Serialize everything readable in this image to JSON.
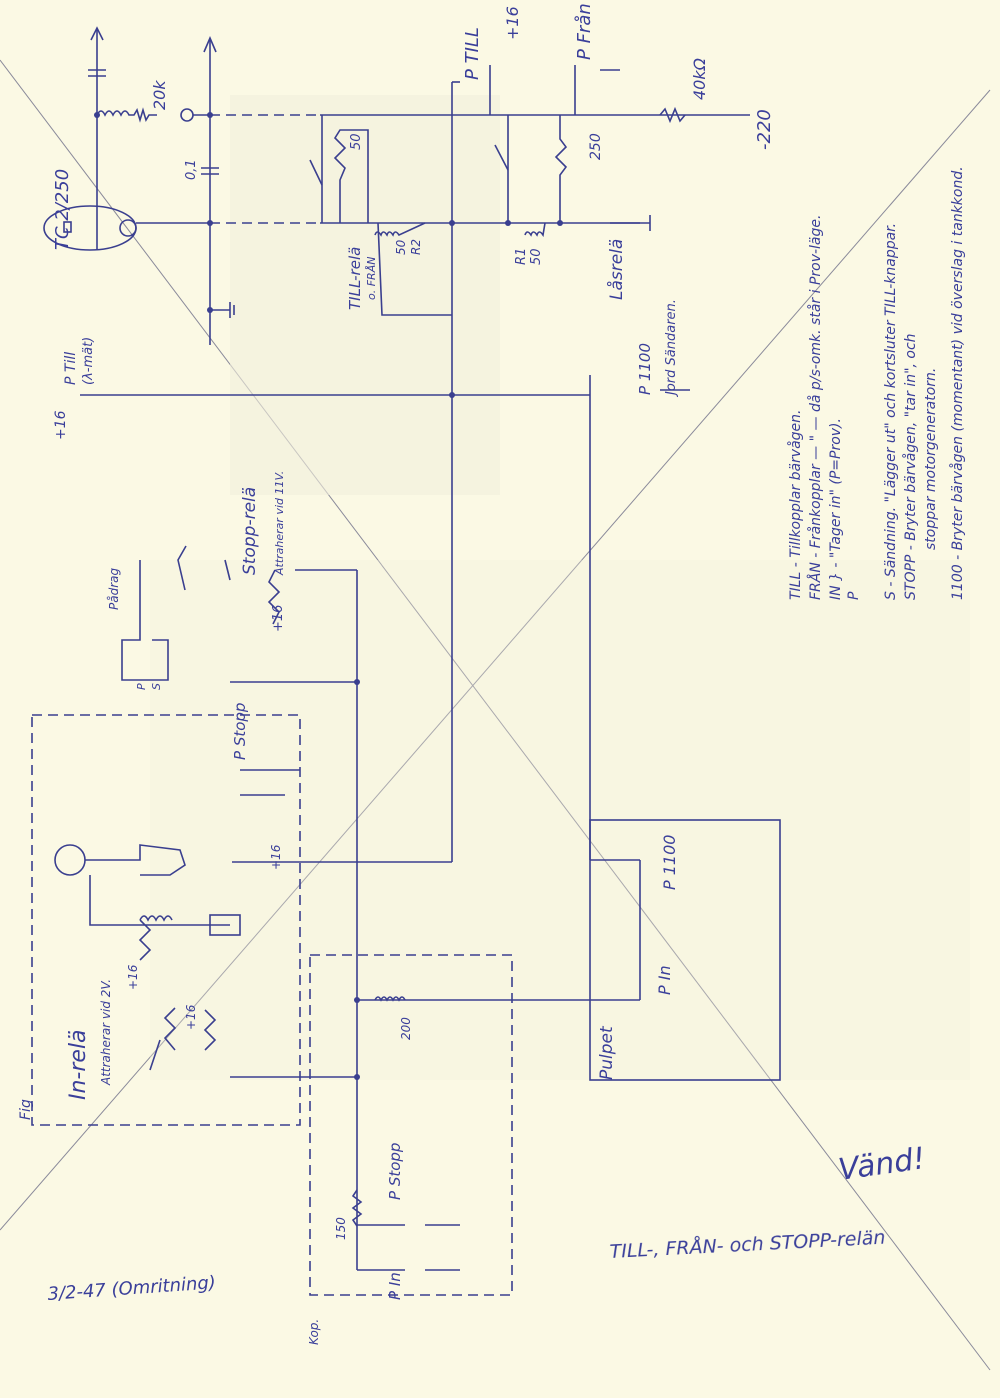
{
  "legend": {
    "lines": [
      "TILL  -  Tillkopplar bärvågen.",
      "FRÅN -  Frånkopplar  — \" —  då p/s-omk. står i Prov-läge.",
      "IN } -  \"Tager in\" (P=Prov).",
      "P",
      "S  -  Sändning. \"Lägger ut\" och kortsluter TILL-knappar.",
      "STOPP -  Bryter bärvågen, \"tar in\", och",
      "stoppar motorgeneratorn.",
      "1100  -  Bryter bärvågen (momentant) vid överslag i tankkond."
    ]
  },
  "labels": {
    "tube": "TC 2/250",
    "r20k": "20k",
    "cap01": "0,1",
    "till_relay_50": "50",
    "till_relay": "TILL-relä",
    "till_relay_sub": "o. FRÅN",
    "r2_value": "50",
    "r2": "R2",
    "p_till": "P TILL",
    "plus16_a": "+16",
    "p_fran": "P Från",
    "r40k": "40kΩ",
    "minus220": "-220",
    "r250": "250",
    "r1": "R1",
    "r1_value": "50",
    "lasrela": "Låsrelä",
    "p1100_top": "P 1100",
    "jord": "Jord Sändaren.",
    "plus16_till": "+16",
    "p_till_lambda": "P Till",
    "lambda_mat": "(λ-mät)",
    "stopp_rela": "Stopp-relä",
    "stopp_attr": "Attraherar vid 11V.",
    "plus16_stopp": "+16",
    "padrag": "Pådrag",
    "p_stopp_in": "P Stopp",
    "p_contact": "P",
    "s_contact": "S",
    "plus16_b": "+16",
    "plus16_c": "+16",
    "plus16_d": "+16",
    "in_rela": "In-relä",
    "in_attr": "Attraherar vid 2V.",
    "fig": "Fig",
    "p1100_pulpet": "P 1100",
    "p_in_pulpet": "P In",
    "pulpet": "Pulpet",
    "r200": "200",
    "r150": "150",
    "p_stopp_kop": "P Stopp",
    "p_in_kop": "P In",
    "kop": "Kop.",
    "vand": "Vänd!",
    "title": "TILL-, FRÅN- och STOPP-relän",
    "date": "3/2-47 (Omritning)"
  },
  "colors": {
    "paper": "#fbf9e4",
    "ink": "#3a3f8f"
  }
}
